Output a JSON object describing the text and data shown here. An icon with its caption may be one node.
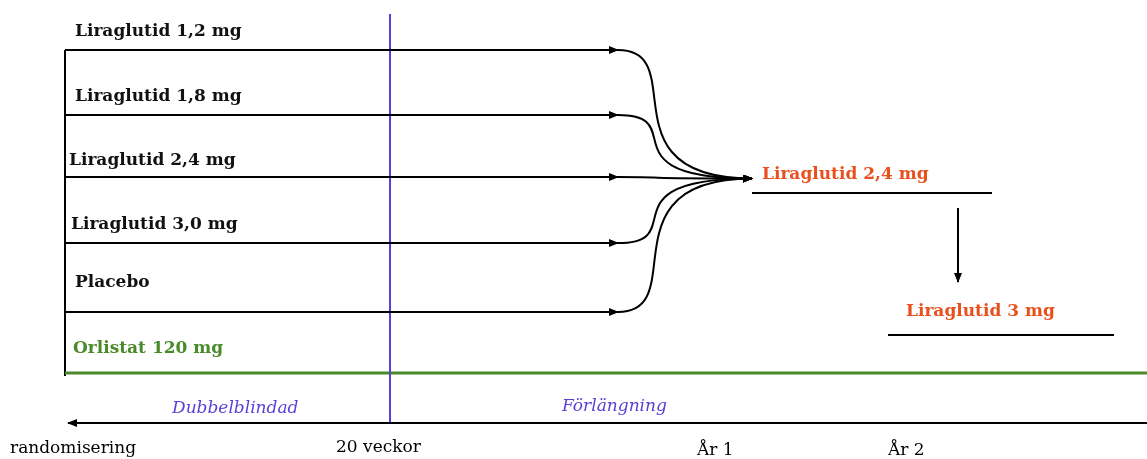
{
  "diagram": {
    "nodes": [
      {
        "text": [
          "Liraglutid 1,2 mg"
        ]
      },
      {
        "text": [
          "Liraglutid 1,8 mg"
        ]
      },
      {
        "text": [
          "Liraglutid 2,4 mg"
        ]
      },
      {
        "text": [
          "Liraglutid 3,0 mg"
        ]
      },
      {
        "text": [
          "Placebo"
        ]
      },
      {
        "text": [
          "Orlistat 120 mg"
        ]
      },
      {
        "text": [
          "Liraglutid 2,4 mg"
        ]
      },
      {
        "text": [
          "Liraglutid 3 mg"
        ]
      }
    ],
    "edges": [
      {
        "from": 0,
        "to": 6,
        "arrow": "to"
      },
      {
        "from": 1,
        "to": 6,
        "arrow": "to"
      },
      {
        "from": 2,
        "to": 6,
        "arrow": "to"
      },
      {
        "from": 3,
        "to": 6,
        "arrow": "to"
      },
      {
        "from": 4,
        "to": 6,
        "arrow": "to"
      },
      {
        "from": 6,
        "to": 7,
        "arrow": "to"
      }
    ],
    "labels": [
      "Dubbelblindad",
      "Förlängning",
      "randomisering",
      "20 veckor",
      "År 1",
      "År 2"
    ]
  }
}
